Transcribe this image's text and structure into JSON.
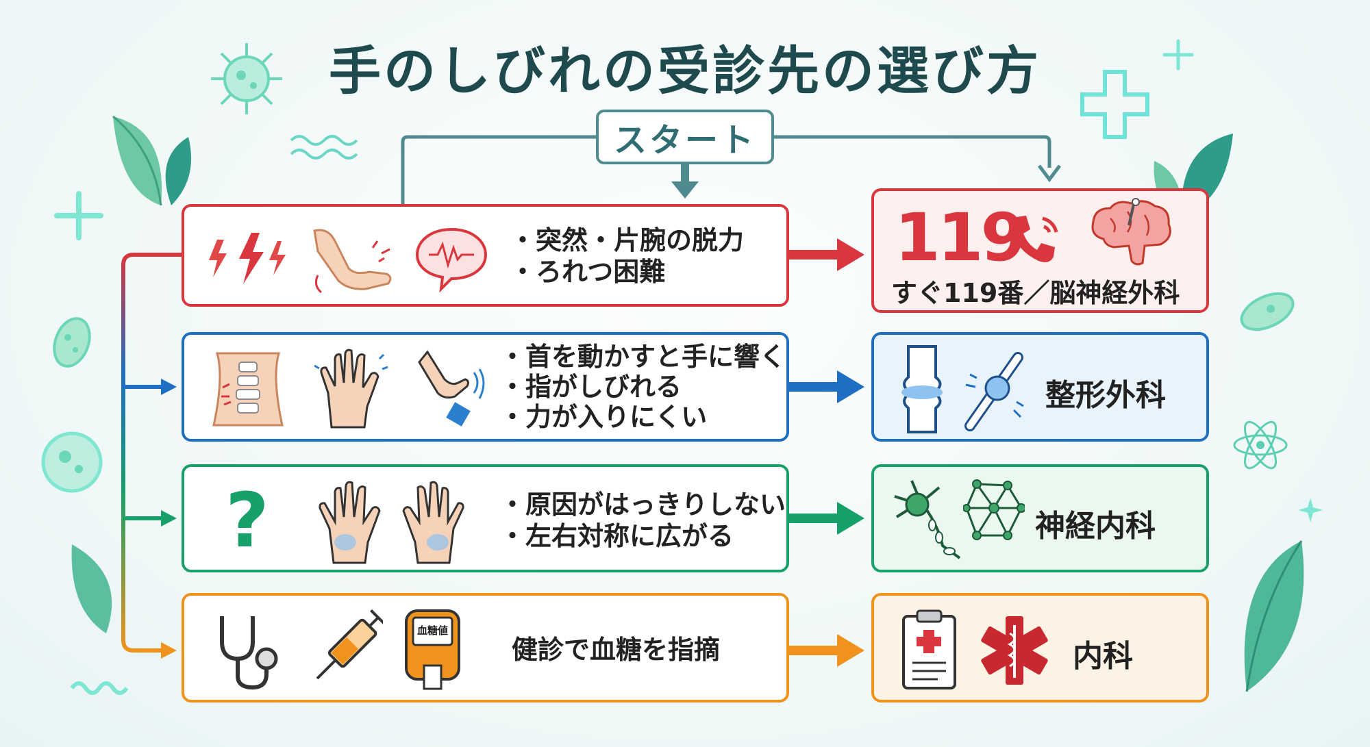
{
  "title": "手のしびれの受診先の選び方",
  "start": "スタート",
  "rows": [
    {
      "lines": [
        "・突然・片腕の脱力",
        "・ろれつ困難"
      ],
      "color": "#d9363e"
    },
    {
      "lines": [
        "・首を動かすと手に響く",
        "・指がしびれる",
        "・力が入りにくい"
      ],
      "color": "#1e6fc2"
    },
    {
      "lines": [
        "・原因がはっきりしない",
        "・左右対称に広がる"
      ],
      "color": "#17a06a"
    },
    {
      "lines": [
        "健診で血糖を指摘"
      ],
      "color": "#f0921c"
    }
  ],
  "destinations": [
    {
      "number": "119",
      "label": "すぐ119番／脳神経外科",
      "color": "#d9363e",
      "bg": "#fdf0ef"
    },
    {
      "label": "整形外科",
      "color": "#1e6fc2",
      "bg": "#e8f3fc"
    },
    {
      "label": "神経内科",
      "color": "#17a06a",
      "bg": "#ebf8ef"
    },
    {
      "label": "内科",
      "color": "#f0921c",
      "bg": "#fdf3e4"
    }
  ],
  "icons": {
    "glucose_meter_label": "血糖値"
  }
}
